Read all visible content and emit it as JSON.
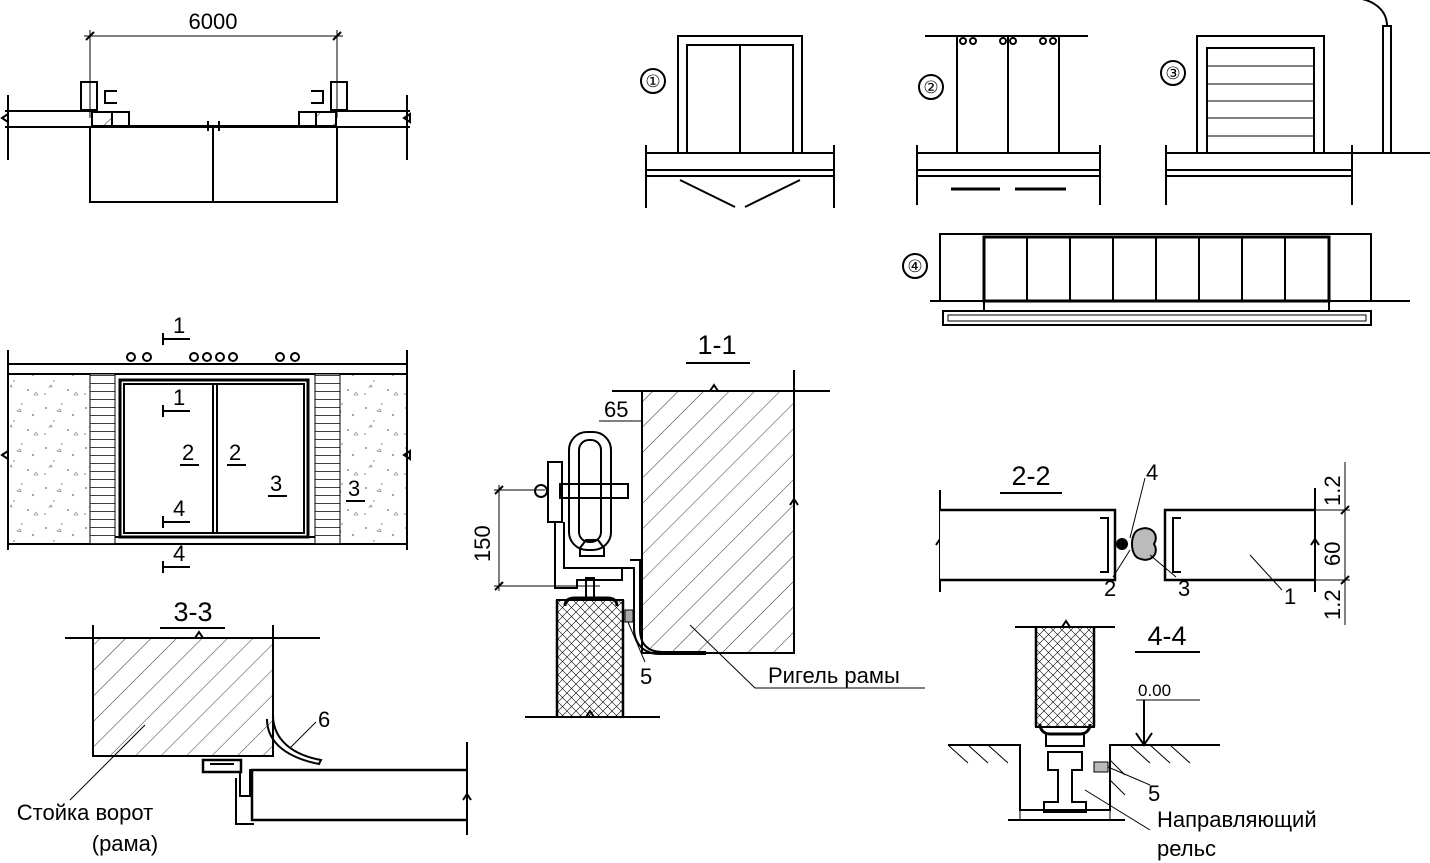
{
  "plan": {
    "dimension": "6000"
  },
  "variants": {
    "v1": "①",
    "v2": "②",
    "v3": "③",
    "v4": "④"
  },
  "elevation": {
    "cut_top": "1",
    "cut_mid": "1",
    "cut_4a": "4",
    "cut_4b": "4",
    "leaf_left": "2",
    "leaf_right": "2",
    "wall_inner": "3",
    "wall_outer": "3"
  },
  "section_11": {
    "title": "1-1",
    "dim_65": "65",
    "dim_150": "150",
    "label_5": "5",
    "beam_label": "Ригель рамы"
  },
  "section_22": {
    "title": "2-2",
    "label_4": "4",
    "label_2": "2",
    "label_3": "3",
    "label_1": "1",
    "dim_top": "1.2",
    "dim_mid": "60",
    "dim_bot": "1.2"
  },
  "section_33": {
    "title": "3-3",
    "label_6": "6",
    "post_label_1": "Стойка ворот",
    "post_label_2": "(рама)"
  },
  "section_44": {
    "title": "4-4",
    "level": "0.00",
    "label_5": "5",
    "rail_label_1": "Направляющий",
    "rail_label_2": "рельс"
  },
  "colors": {
    "line": "#000000",
    "background": "#ffffff",
    "gasket": "#bbbbbb"
  }
}
